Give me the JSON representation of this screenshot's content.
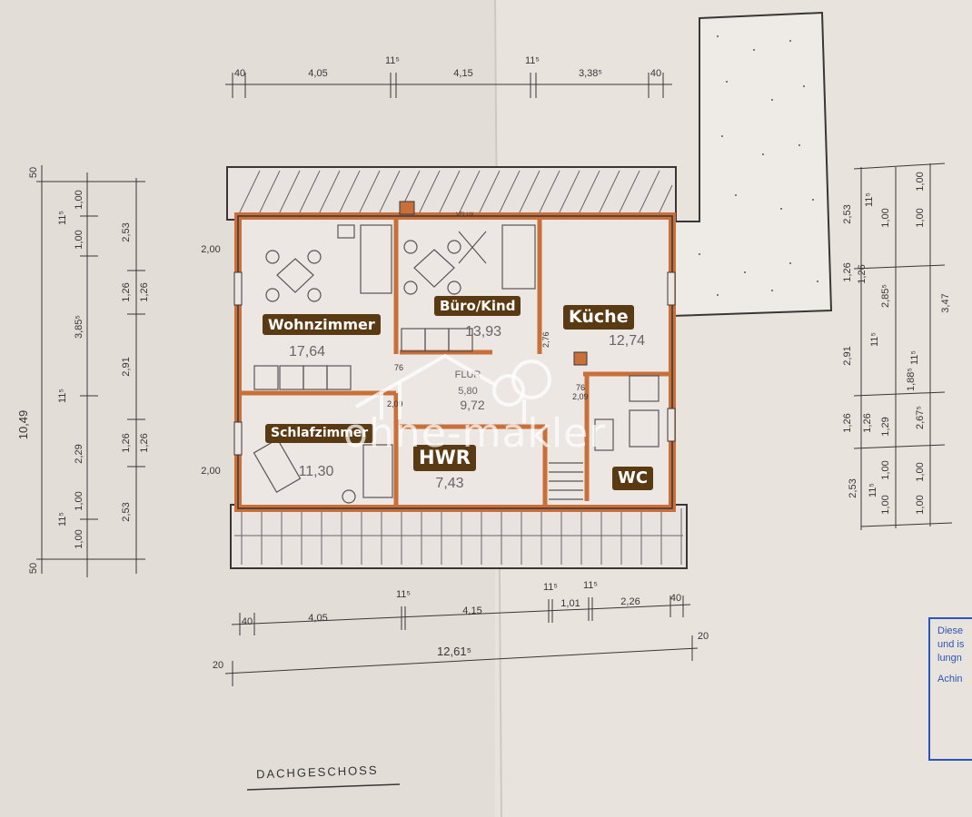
{
  "rooms": {
    "wohnzimmer": {
      "label": "Wohnzimmer",
      "area": "17,64"
    },
    "buero": {
      "label": "Büro/Kind",
      "area": "13,93"
    },
    "kueche": {
      "label": "Küche",
      "area": "12,74"
    },
    "schlafzimmer": {
      "label": "Schlafzimmer",
      "area": "11,30"
    },
    "hwr": {
      "label": "HWR",
      "area": "7,43"
    },
    "wc": {
      "label": "WC"
    },
    "flur": {
      "label": "FLUR",
      "area_a": "5,80",
      "area_b": "9,72"
    }
  },
  "plan_texts": {
    "velux": "VELUX",
    "door_76": "76",
    "door_209": "2,09",
    "door_276": "2,76",
    "wall_200": "2,00"
  },
  "dimensions": {
    "top": [
      "40",
      "4,05",
      "11⁵",
      "4,15",
      "11⁵",
      "3,38⁵",
      "40"
    ],
    "bottom": [
      "40",
      "4,05",
      "11⁵",
      "4,15",
      "11⁵",
      "1,01",
      "11⁵",
      "2,26",
      "40"
    ],
    "bottom_total": "12,61⁵",
    "bottom_edge": "20",
    "left_total": "10,49",
    "left_outer": [
      "50",
      "1,00",
      "11⁵",
      "1,00",
      "3,85⁵",
      "11⁵",
      "2,29",
      "1,00",
      "11⁵",
      "1,00",
      "50"
    ],
    "left_inner": [
      "2,53",
      "1,26",
      "1,26",
      "2,91",
      "1,26",
      "1,26",
      "2,53"
    ],
    "right_a": [
      "2,53",
      "1,26",
      "2,91",
      "1,26",
      "2,53"
    ],
    "right_b": [
      "11⁵",
      "1,00",
      "1,26",
      "2,85⁵",
      "11⁵",
      "1,26",
      "1,29",
      "1,00",
      "11⁵",
      "1,00"
    ],
    "right_c": [
      "1,00",
      "1,00",
      "3,47",
      "1,88⁵",
      "11⁵",
      "2,67⁵",
      "1,00",
      "1,00"
    ]
  },
  "title": "DACHGESCHOSS",
  "watermark": "ohne-makler",
  "stamp_lines": [
    "Diese",
    "und is",
    "lungn",
    "Achin"
  ],
  "colors": {
    "paper": "#e6e0da",
    "wall": "#c9703a",
    "label_bg": "#5a3a12",
    "ink": "#3a3636",
    "stamp": "#2c55b8"
  }
}
